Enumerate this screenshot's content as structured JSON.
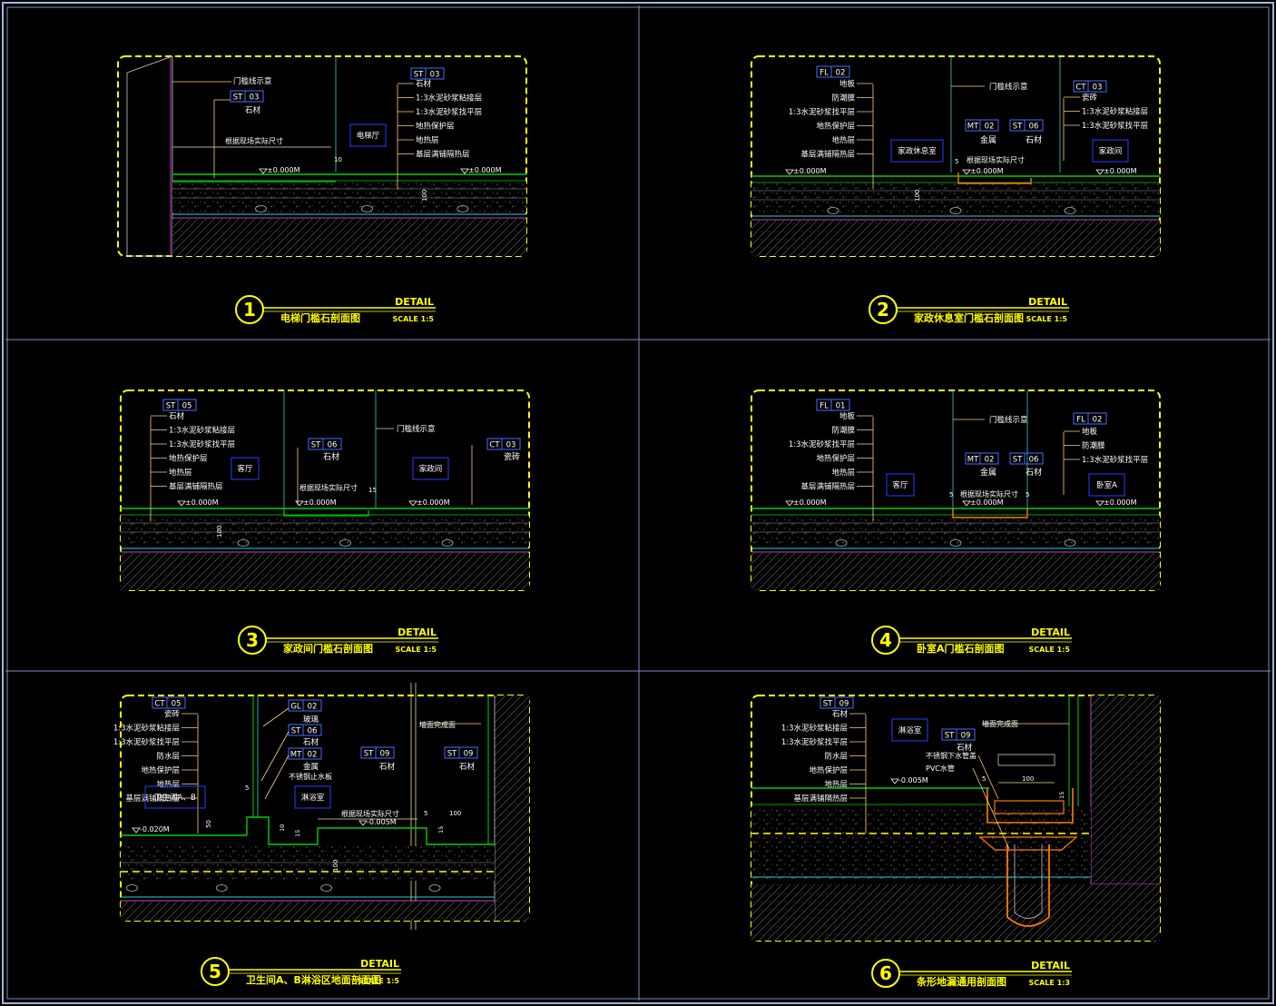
{
  "colors": {
    "background": "#000000",
    "frame": "#9fb8d8",
    "title": "#ffff00",
    "dash": "#ffff00",
    "text": "#ffffff",
    "leader": "#ffd080",
    "floor": "#00d000",
    "dim": "#e8e8a0",
    "room_box": "#2a3cff",
    "tag": "#4a6cff",
    "hatch": "#808080",
    "magenta": "#c040c0",
    "accent": "#ff7a00",
    "cyan": "#30d0d0"
  },
  "panels": [
    {
      "number": "1",
      "detail": "DETAIL",
      "title": "电梯门槛石剖面图",
      "scale": "SCALE 1:5",
      "tags": [
        {
          "code": "ST",
          "num": "03"
        },
        {
          "code": "ST",
          "num": "03"
        }
      ],
      "labels": [
        "门槛线示意",
        "石材",
        "石材",
        "1:3水泥砂浆粘接层",
        "1:3水泥砂浆找平层",
        "地热保护层",
        "地热层",
        "基层满铺隔热层",
        "根据现场实际尺寸",
        "10"
      ],
      "levels": [
        "±0.000M",
        "±0.000M"
      ],
      "dims": [
        "100"
      ],
      "rooms": [
        "电梯厅"
      ]
    },
    {
      "number": "2",
      "detail": "DETAIL",
      "title": "家政休息室门槛石剖面图",
      "scale": "SCALE 1:5",
      "tags": [
        {
          "code": "FL",
          "num": "02"
        },
        {
          "code": "MT",
          "num": "02"
        },
        {
          "code": "ST",
          "num": "06"
        },
        {
          "code": "CT",
          "num": "03"
        }
      ],
      "labels": [
        "地板",
        "防潮膜",
        "1:3水泥砂浆找平层",
        "地热保护层",
        "地热层",
        "基层满铺隔热层",
        "门槛线示意",
        "金属",
        "石材",
        "瓷砖",
        "1:3水泥砂浆粘接层",
        "1:3水泥砂浆找平层",
        "根据现场实际尺寸",
        "5"
      ],
      "levels": [
        "±0.000M",
        "±0.000M",
        "±0.000M"
      ],
      "dims": [
        "100"
      ],
      "rooms": [
        "家政休息室",
        "家政间"
      ]
    },
    {
      "number": "3",
      "detail": "DETAIL",
      "title": "家政间门槛石剖面图",
      "scale": "SCALE 1:5",
      "tags": [
        {
          "code": "ST",
          "num": "05"
        },
        {
          "code": "ST",
          "num": "06"
        },
        {
          "code": "CT",
          "num": "03"
        }
      ],
      "labels": [
        "石材",
        "1:3水泥砂浆粘接层",
        "1:3水泥砂浆找平层",
        "地热保护层",
        "地热层",
        "基层满铺隔热层",
        "石材",
        "门槛线示意",
        "瓷砖",
        "根据现场实际尺寸",
        "15"
      ],
      "levels": [
        "±0.000M",
        "±0.000M",
        "±0.000M"
      ],
      "dims": [
        "100"
      ],
      "rooms": [
        "客厅",
        "家政间"
      ]
    },
    {
      "number": "4",
      "detail": "DETAIL",
      "title": "卧室A门槛石剖面图",
      "scale": "SCALE 1:5",
      "tags": [
        {
          "code": "FL",
          "num": "01"
        },
        {
          "code": "MT",
          "num": "02"
        },
        {
          "code": "ST",
          "num": "06"
        },
        {
          "code": "FL",
          "num": "02"
        }
      ],
      "labels": [
        "地板",
        "防潮膜",
        "1:3水泥砂浆找平层",
        "地热保护层",
        "地热层",
        "基层满铺隔热层",
        "门槛线示意",
        "金属",
        "石材",
        "地板",
        "防潮膜",
        "1:3水泥砂浆找平层",
        "根据现场实际尺寸",
        "5",
        "5"
      ],
      "levels": [
        "±0.000M",
        "±0.000M",
        "±0.000M"
      ],
      "dims": [],
      "rooms": [
        "客厅",
        "卧室A"
      ]
    },
    {
      "number": "5",
      "detail": "DETAIL",
      "title": "卫生间A、B淋浴区地面剖面图",
      "scale": "SCALE 1:5",
      "tags": [
        {
          "code": "CT",
          "num": "05"
        },
        {
          "code": "GL",
          "num": "02"
        },
        {
          "code": "ST",
          "num": "06"
        },
        {
          "code": "MT",
          "num": "02"
        },
        {
          "code": "ST",
          "num": "09"
        },
        {
          "code": "ST",
          "num": "09"
        }
      ],
      "labels": [
        "瓷砖",
        "1:3水泥砂浆粘接层",
        "1:3水泥砂浆找平层",
        "防水层",
        "地热保护层",
        "地热层",
        "基层满铺隔热层",
        "玻璃",
        "石材",
        "金属",
        "不锈钢止水板",
        "石材",
        "石材",
        "墙面完成面",
        "根据现场实际尺寸",
        "5",
        "5",
        "15",
        "15"
      ],
      "levels": [
        "-0.020M",
        "-0.005M"
      ],
      "dims": [
        "100",
        "100",
        "50",
        "10"
      ],
      "rooms": [
        "卫生间A、B",
        "淋浴室"
      ]
    },
    {
      "number": "6",
      "detail": "DETAIL",
      "title": "条形地漏通用剖面图",
      "scale": "SCALE 1:3",
      "tags": [
        {
          "code": "ST",
          "num": "09"
        },
        {
          "code": "ST",
          "num": "09"
        }
      ],
      "labels": [
        "石材",
        "1:3水泥砂浆粘接层",
        "1:3水泥砂浆找平层",
        "防水层",
        "地热保护层",
        "地热层",
        "基层满铺隔热层",
        "墙面完成面",
        "石材",
        "不锈钢下水管盖",
        "PVC水管",
        "5",
        "15"
      ],
      "levels": [
        "-0.005M"
      ],
      "dims": [
        "100"
      ],
      "rooms": [
        "淋浴室"
      ]
    }
  ]
}
